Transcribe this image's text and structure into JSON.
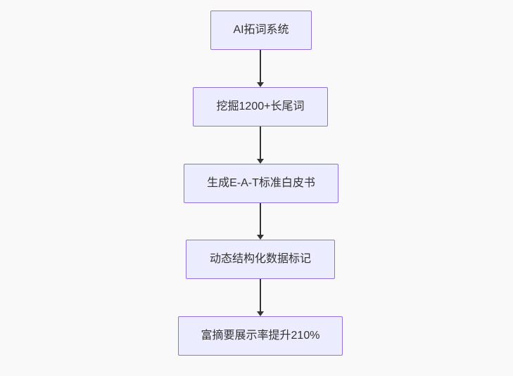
{
  "diagram": {
    "type": "flowchart",
    "direction": "top-down",
    "nodes": [
      {
        "label": "AI拓词系统"
      },
      {
        "label": "挖掘1200+长尾词"
      },
      {
        "label": "生成E-A-T标准白皮书"
      },
      {
        "label": "动态结构化数据标记"
      },
      {
        "label": "富摘要展示率提升210%"
      }
    ],
    "edges": [
      {
        "from": 0,
        "to": 1
      },
      {
        "from": 1,
        "to": 2
      },
      {
        "from": 2,
        "to": 3
      },
      {
        "from": 3,
        "to": 4
      }
    ],
    "colors": {
      "node_fill": "#ECECFF",
      "node_border": "#9370DB",
      "text": "#333333",
      "arrow": "#333333",
      "background": "#F9F9F9"
    }
  }
}
